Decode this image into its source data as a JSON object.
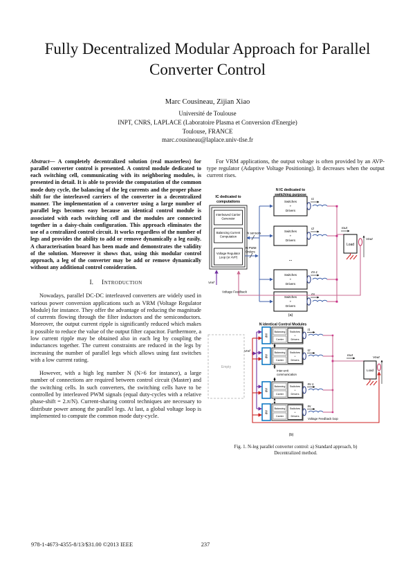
{
  "paper": {
    "title": "Fully Decentralized Modular Approach for Parallel Converter Control"
  },
  "authors": {
    "names": "Marc Cousineau, Zijian Xiao",
    "affiliation1": "Université de Toulouse",
    "affiliation2": "INPT, CNRS, LAPLACE (Laboratoire Plasma et Conversion d'Energie)",
    "affiliation3": "Toulouse, FRANCE",
    "email": "marc.cousineau@laplace.univ-tlse.fr"
  },
  "left_column": {
    "abstract_label": "Abstract—",
    "abstract_body": " A completely decentralized solution (real masterless) for parallel converter control is presented. A control module dedicated to each switching cell, communicating with its neighboring modules, is presented in detail. It is able to provide the computation of the common mode duty cycle, the balancing of the leg currents and the proper phase shift for the interleaved carriers of the converter in a decentralized manner. The implementation of a converter using a large number of parallel legs becomes easy because an identical control module is associated with each switching cell and the modules are connected together in a daisy-chain configuration. This approach eliminates the use of a centralized control circuit. It works regardless of the number of legs and provides the ability to add or remove dynamically a leg easily. A characterisation board has been made and demonstrates the validity of the solution. Moreover it shows that, using this modular control approach, a leg of the converter may be add or remove dynamically without any additional control consideration.",
    "section_number": "I.",
    "section_title": "Introduction",
    "para1": "Nowadays, parallel DC-DC interleaved converters are widely used in various power conversion applications such as VRM (Voltage Regulator Module) for instance. They offer the advantage of reducing the magnitude of currents flowing through the filter inductors and the semiconductors. Moreover, the output current ripple is significantly reduced which makes it possible to reduce the value of the output filter capacitor. Furthermore, a low current ripple may be obtained also in each leg by coupling the inductances together. The current constraints are reduced in the legs by increasing the number of parallel legs which allows using fast switches with a low current rating.",
    "para2": "However, with a high leg number N (N>6 for instance), a large number of connections are required between control circuit (Master) and the switching cells. In such converters, the switching cells have to be controlled by interleaved PWM signals (equal duty-cycles with a relative phase-shift = 2.π/N). Current-sharing control techniques are necessary to distribute power among the parallel legs. At last, a global voltage loop is implemented to compute the common mode duty-cycle."
  },
  "right_column": {
    "para1": "For VRM applications, the output voltage is often provided by an AVP-type regulator (Adaptive Voltage Positioning). It decreases when the output current rises."
  },
  "figure_a": {
    "left_heading_line1": "IC dedicated to",
    "left_heading_line2": "computations",
    "left_blocks": [
      [
        "Interleaved Carrier",
        "Generator"
      ],
      [
        "Balancing Current",
        "Computation"
      ],
      [
        "Voltage Regulator",
        "Loop (or AVP)"
      ]
    ],
    "right_heading_line1": "N IC dedicated to",
    "right_heading_line2": "switching purpose",
    "switch_block": [
      "Switches",
      "+",
      "Drivers"
    ],
    "currents": [
      "I1",
      "I2",
      "IN-1",
      "IN"
    ],
    "ellipsis": "...",
    "wire_label_sensors": "N sensors",
    "wire_label_pwm_line1": "N PWM",
    "wire_label_pwm_line2": "Orders",
    "vref": "Vref",
    "voltage_feedback": "Voltage Feedback",
    "iout": "Iout",
    "load": "Load",
    "vout": "Vout",
    "sublabel": "(a)"
  },
  "figure_b": {
    "heading": "N identical Control Modules",
    "empty_label": "Empty",
    "vref": "Vref",
    "module_dw": "dW",
    "module_balancing": "Balancing",
    "module_carrier": "Carrier",
    "switch_block": [
      "Switches",
      "+",
      "Drivers"
    ],
    "interunit_line1": "Inter-unit",
    "interunit_line2": "communication",
    "currents": [
      "I1",
      "I2",
      "IN-1",
      "IN"
    ],
    "iout": "Iout",
    "load": "Load",
    "vout": "Vout",
    "feedback": "Voltage Feedback loop",
    "sublabel": "(b)"
  },
  "figures": {
    "caption": "Fig. 1. N-leg parallel converter control: a) Standard approach, b) Decentralized method."
  },
  "footer": {
    "copyright": "978-1-4673-4355-8/13/$31.00 ©2013 IEEE",
    "page_number": "237"
  }
}
